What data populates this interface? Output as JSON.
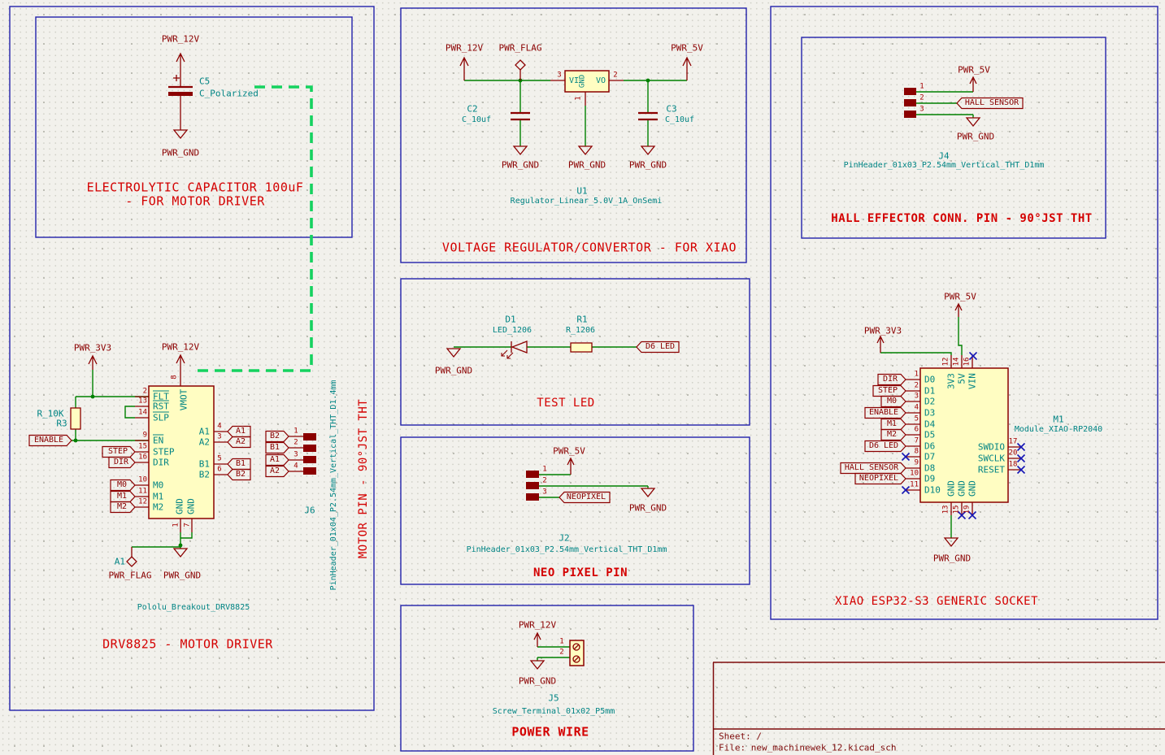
{
  "colors": {
    "background": "#f2f1ec",
    "block_border_blue": "#2121aa",
    "wire_green": "#008000",
    "symbol_maroon": "#8b0000",
    "pin_number_red": "#a40000",
    "value_teal": "#008484",
    "title_red": "#d40000",
    "no_connect_blue": "#1616b4",
    "highlight_dash_green": "#15d25f",
    "component_fill_yellow": "#fffdc2",
    "sheet_border_darkred": "#7e0b0b"
  },
  "cap": {
    "pwr12v": "PWR_12V",
    "plus": "+",
    "ref": "C5",
    "value": "C_Polarized",
    "gnd": "PWR_GND",
    "title1": "ELECTROLYTIC CAPACITOR 100uF",
    "title2": "- FOR MOTOR DRIVER"
  },
  "drv": {
    "pwr3v3": "PWR_3V3",
    "pwr12v": "PWR_12V",
    "r_value": "R_10K",
    "r_ref": "R3",
    "enable": "ENABLE",
    "flags_left": [
      "STEP",
      "DIR",
      "M0",
      "M1",
      "M2"
    ],
    "pins_left": [
      {
        "n": "2",
        "name": "FLT"
      },
      {
        "n": "13",
        "name": "RST"
      },
      {
        "n": "14",
        "name": "SLP"
      },
      {
        "n": "9",
        "name": "EN"
      },
      {
        "n": "15",
        "name": "STEP"
      },
      {
        "n": "16",
        "name": "DIR"
      },
      {
        "n": "10",
        "name": "M0"
      },
      {
        "n": "11",
        "name": "M1"
      },
      {
        "n": "12",
        "name": "M2"
      }
    ],
    "pin_top": {
      "n": "8",
      "name": "VMOT"
    },
    "pins_right": [
      {
        "n": "4",
        "name": "A1"
      },
      {
        "n": "3",
        "name": "A2"
      },
      {
        "n": "5",
        "name": "B1"
      },
      {
        "n": "6",
        "name": "B2"
      }
    ],
    "pins_bottom": [
      {
        "n": "1",
        "name": "GND"
      },
      {
        "n": "7",
        "name": "GND"
      }
    ],
    "flag_a1": "A1",
    "pwr_flag": "PWR_FLAG",
    "gnd": "PWR_GND",
    "footprint": "Pololu_Breakout_DRV8825",
    "title": "DRV8825 - MOTOR DRIVER"
  },
  "j6": {
    "flags": [
      "B2",
      "B1",
      "A1",
      "A2"
    ],
    "nums": [
      "1",
      "2",
      "3",
      "4"
    ],
    "ref": "J6",
    "footprint": "PinHeader_01x04_P2.54mm_Vertical_THT_D1.4mm",
    "title": "MOTOR PIN - 90°JST THT"
  },
  "vr": {
    "pwr12v": "PWR_12V",
    "pwrflag": "PWR_FLAG",
    "pwr5v": "PWR_5V",
    "c2_ref": "C2",
    "c2_value": "C_10uf",
    "c3_ref": "C3",
    "c3_value": "C_10uf",
    "gnd1": "PWR_GND",
    "gnd2": "PWR_GND",
    "gnd3": "PWR_GND",
    "pin_vi": "VI",
    "pin_gnd": "GND",
    "pin_vo": "VO",
    "num_vi": "3",
    "num_vo": "2",
    "num_gnd": "1",
    "ref": "U1",
    "value": "Regulator_Linear_5.0V_1A_OnSemi",
    "title": "VOLTAGE REGULATOR/CONVERTOR - FOR XIAO"
  },
  "tl": {
    "d_ref": "D1",
    "d_value": "LED_1206",
    "r_ref": "R1",
    "r_value": "R_1206",
    "flag": "D6 LED",
    "gnd": "PWR_GND",
    "title": "TEST LED"
  },
  "np": {
    "pwr5v": "PWR_5V",
    "nums": [
      "1",
      "2",
      "3"
    ],
    "flag": "NEOPIXEL",
    "gnd": "PWR_GND",
    "ref": "J2",
    "footprint": "PinHeader_01x03_P2.54mm_Vertical_THT_D1mm",
    "title": "NEO PIXEL PIN"
  },
  "pw": {
    "pwr12v": "PWR_12V",
    "nums": [
      "1",
      "2"
    ],
    "gnd": "PWR_GND",
    "ref": "J5",
    "footprint": "Screw_Terminal_01x02_P5mm",
    "title": "POWER WIRE"
  },
  "hall": {
    "pwr5v": "PWR_5V",
    "nums": [
      "1",
      "2",
      "3"
    ],
    "flag": "HALL SENSOR",
    "gnd": "PWR_GND",
    "ref": "J4",
    "footprint": "PinHeader_01x03_P2.54mm_Vertical_THT_D1mm",
    "title": "HALL EFFECTOR CONN. PIN - 90°JST THT"
  },
  "xiao": {
    "pwr5v": "PWR_5V",
    "pwr3v3": "PWR_3V3",
    "pins_left": [
      {
        "n": "1",
        "name": "D0",
        "flag": "DIR"
      },
      {
        "n": "2",
        "name": "D1",
        "flag": "STEP"
      },
      {
        "n": "3",
        "name": "D2",
        "flag": "M0"
      },
      {
        "n": "4",
        "name": "D3",
        "flag": "ENABLE"
      },
      {
        "n": "5",
        "name": "D4",
        "flag": "M1"
      },
      {
        "n": "6",
        "name": "D5",
        "flag": "M2"
      },
      {
        "n": "7",
        "name": "D6",
        "flag": "D6 LED"
      },
      {
        "n": "8",
        "name": "D7",
        "flag": ""
      },
      {
        "n": "9",
        "name": "D8",
        "flag": "HALL SENSOR"
      },
      {
        "n": "10",
        "name": "D9",
        "flag": "NEOPIXEL"
      },
      {
        "n": "11",
        "name": "D10",
        "flag": ""
      }
    ],
    "pins_top": [
      {
        "n": "12",
        "name": "3V3"
      },
      {
        "n": "14",
        "name": "5V"
      },
      {
        "n": "16",
        "name": "VIN"
      }
    ],
    "pins_right": [
      {
        "n": "17",
        "name": "SWDIO"
      },
      {
        "n": "20",
        "name": "SWCLK"
      },
      {
        "n": "18",
        "name": "RESET"
      }
    ],
    "pins_bottom": [
      {
        "n": "13",
        "name": "GND"
      },
      {
        "n": "15",
        "name": "GND"
      },
      {
        "n": "19",
        "name": "GND"
      }
    ],
    "gnd": "PWR_GND",
    "ref": "M1",
    "value": "Module_XIAO-RP2040",
    "title": "XIAO ESP32-S3 GENERIC SOCKET"
  },
  "tb": {
    "sheet": "Sheet: /",
    "file": "File: new_machinewek_12.kicad_sch"
  }
}
